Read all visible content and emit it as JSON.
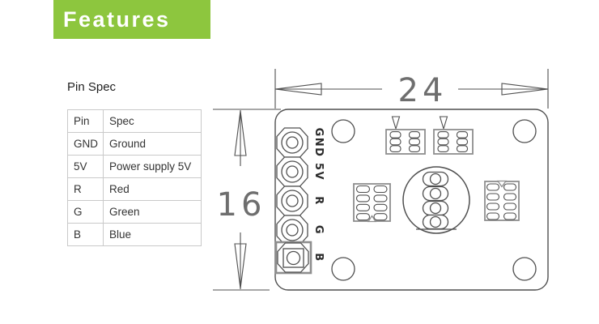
{
  "banner": {
    "label": "Features",
    "bg_color": "#8dc63e",
    "text_color": "#ffffff"
  },
  "pin_table": {
    "title": "Pin Spec",
    "columns": [
      "Pin",
      "Spec"
    ],
    "rows": [
      [
        "GND",
        "Ground"
      ],
      [
        "5V",
        "Power supply 5V"
      ],
      [
        "R",
        "Red"
      ],
      [
        "G",
        "Green"
      ],
      [
        "B",
        "Blue"
      ]
    ]
  },
  "diagram": {
    "type": "pcb-dimension-drawing",
    "width_label": "24",
    "height_label": "16",
    "pins": [
      "GND",
      "5V",
      "R",
      "G",
      "B"
    ],
    "line_color": "#4f4f4f",
    "pad_outline_color": "#8e8e8e",
    "dim_text_color": "#6e6e6e"
  }
}
